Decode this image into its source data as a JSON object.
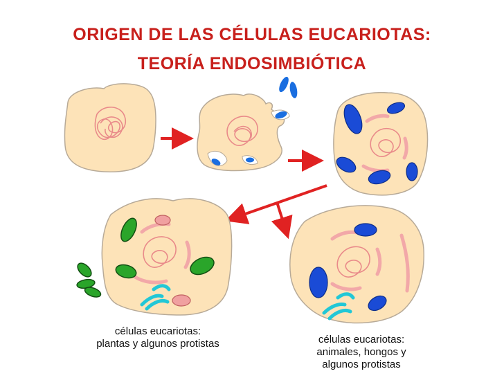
{
  "title": {
    "line1": "ORIGEN DE LAS CÉLULAS EUCARIOTAS:",
    "line2": "TEORÍA ENDOSIMBIÓTICA"
  },
  "captions": {
    "left": {
      "line1": "células eucariotas:",
      "line2": "plantas y algunos protistas"
    },
    "right": {
      "line1": "células eucariotas:",
      "line2": "animales, hongos y",
      "line3": "algunos protistas"
    }
  },
  "colors": {
    "title": "#c8201c",
    "cell_fill": "#fde3b8",
    "cell_stroke": "#b7aa98",
    "nucleus": "#e98a8a",
    "mitochondria": "#1a4bd6",
    "chloroplast": "#2aa52a",
    "golgi": "#22c7d6",
    "arrow": "#e02222"
  }
}
